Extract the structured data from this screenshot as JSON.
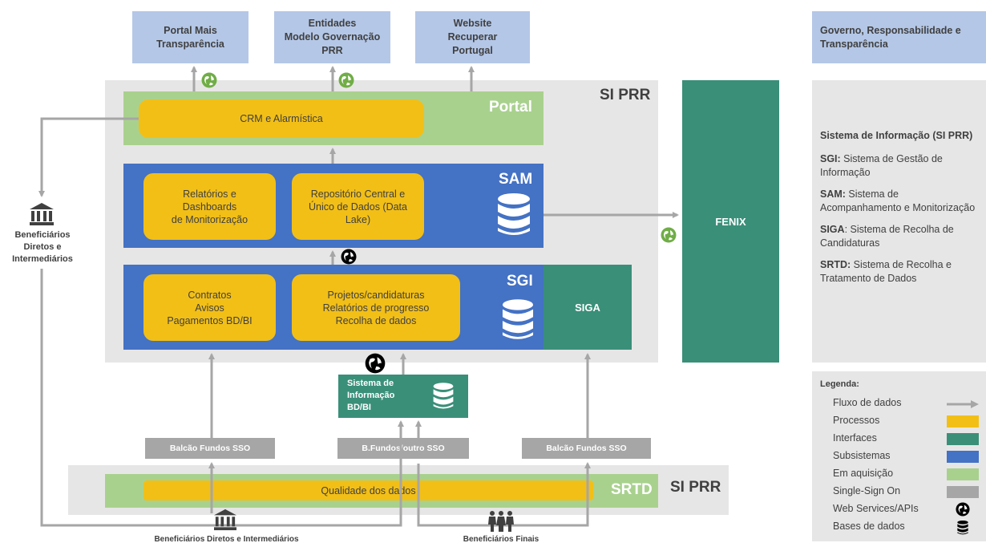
{
  "top_outputs": [
    {
      "label": "Portal Mais\nTransparência"
    },
    {
      "label": "Entidades\nModelo Governação\nPRR"
    },
    {
      "label": "Website\nRecuperar\nPortugal"
    }
  ],
  "si_prr_top": "SI PRR",
  "portal": {
    "title": "Portal",
    "crm": "CRM e Alarmística"
  },
  "sam": {
    "title": "SAM",
    "reports": "Relatórios e\nDashboards\nde Monitorização",
    "repo": "Repositório Central e\nÚnico de  Dados (Data\nLake)"
  },
  "sgi": {
    "title": "SGI",
    "contracts": "Contratos\nAvisos\nPagamentos BD/BI",
    "projects": "Projetos/candidaturas\nRelatórios de progresso\nRecolha de dados"
  },
  "siga": "SIGA",
  "fenix": "FENIX",
  "bd_bi_system": "Sistema de\nInformação\nBD/BI",
  "sso_boxes": [
    "Balcão Fundos SSO",
    "B.Fundos/outro SSO",
    "Balcão Fundos SSO"
  ],
  "srtd": {
    "title": "SRTD",
    "quality": "Qualidade dos dados",
    "si_prr": "SI PRR"
  },
  "beneficiaries_left": "Beneficiários\nDiretos e\nIntermediários",
  "beneficiaries_bottom_left": "Beneficiários Diretos e Intermediários",
  "beneficiaries_bottom_right": "Beneficiários Finais",
  "side_panel": {
    "governance": "Governo, Responsabilidade e Transparência",
    "si_title": "Sistema de Informação (SI PRR)",
    "items": [
      {
        "abbr": "SGI:",
        "text": " Sistema de Gestão de Informação"
      },
      {
        "abbr": "SAM:",
        "text": " Sistema de Acompanhamento e Monitorização"
      },
      {
        "abbr": "SIGA",
        "text": ": Sistema de Recolha de Candidaturas"
      },
      {
        "abbr": "SRTD:",
        "text": " Sistema de Recolha e Tratamento de Dados"
      }
    ]
  },
  "legend": {
    "title": "Legenda:",
    "items": [
      {
        "label": "Fluxo de dados",
        "color": "#a6a6a6"
      },
      {
        "label": "Processos",
        "color": "#f2bf17"
      },
      {
        "label": "Interfaces",
        "color": "#3a8f79"
      },
      {
        "label": "Subsistemas",
        "color": "#4472c4"
      },
      {
        "label": "Em aquisição",
        "color": "#a9d18e"
      },
      {
        "label": "Single-Sign On",
        "color": "#a6a6a6"
      },
      {
        "label": "Web Services/APIs",
        "icon": "globe-icon"
      },
      {
        "label": "Bases de dados",
        "icon": "database-icon"
      }
    ]
  },
  "colors": {
    "arrow": "#a6a6a6",
    "globe_green": "#70ad47",
    "globe_black": "#000000"
  }
}
